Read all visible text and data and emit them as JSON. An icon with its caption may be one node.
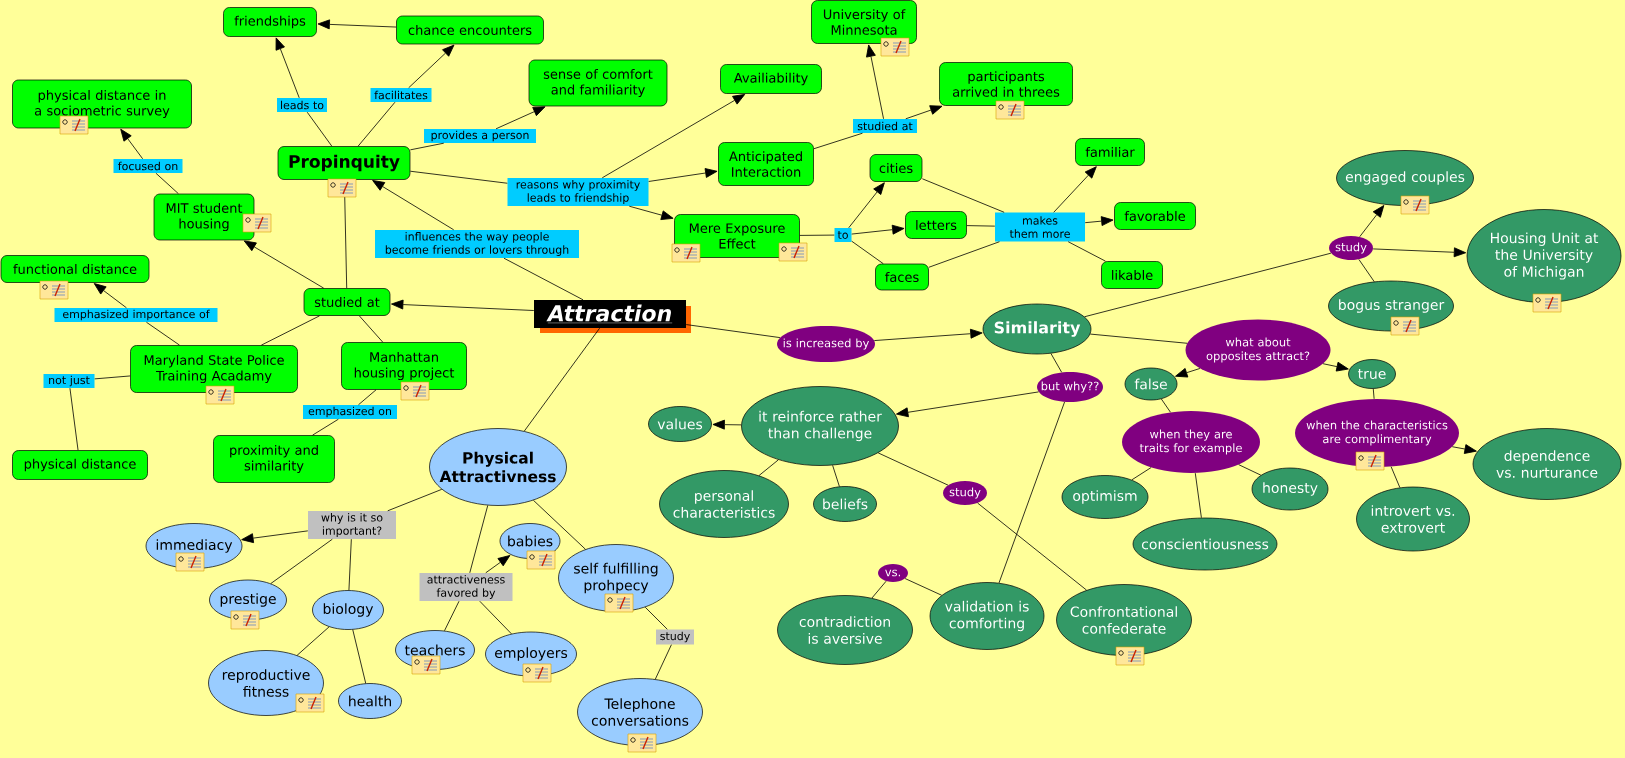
{
  "diagram": {
    "nodes": [
      {
        "text": [
          "friendships"
        ]
      },
      {
        "text": [
          "chance encounters"
        ]
      },
      {
        "text": [
          "leads to"
        ]
      },
      {
        "text": [
          "facilitates"
        ]
      },
      {
        "text": [
          "physical distance in a sociometric survey"
        ]
      },
      {
        "text": [
          "focused on"
        ]
      },
      {
        "text": [
          "Propinquity"
        ]
      },
      {
        "text": [
          "provides a person"
        ]
      },
      {
        "text": [
          "sense of comfort and familiarity"
        ]
      },
      {
        "text": [
          "Availiability"
        ]
      },
      {
        "text": [
          "University of Minnesota"
        ]
      },
      {
        "text": [
          "participants arrived in threes"
        ]
      },
      {
        "text": [
          "MIT student housing"
        ]
      },
      {
        "text": [
          "reasons why proximity leads to friendship"
        ]
      },
      {
        "text": [
          "Anticipated Interaction"
        ]
      },
      {
        "text": [
          "studied at"
        ]
      },
      {
        "text": [
          "cities"
        ]
      },
      {
        "text": [
          "familiar"
        ]
      },
      {
        "text": [
          "influences the way people become friends or lovers through"
        ]
      },
      {
        "text": [
          "functional distance"
        ]
      },
      {
        "text": [
          "Mere Exposure Effect"
        ]
      },
      {
        "text": [
          "letters"
        ]
      },
      {
        "text": [
          "to"
        ]
      },
      {
        "text": [
          "makes them more"
        ]
      },
      {
        "text": [
          "favorable"
        ]
      },
      {
        "text": [
          "faces"
        ]
      },
      {
        "text": [
          "likable"
        ]
      },
      {
        "text": [
          "engaged couples"
        ]
      },
      {
        "text": [
          "study"
        ]
      },
      {
        "text": [
          "Housing Unit at the University of Michigan"
        ]
      },
      {
        "text": [
          "studied at"
        ]
      },
      {
        "text": [
          "Attraction"
        ]
      },
      {
        "text": [
          "emphasized importance of"
        ]
      },
      {
        "text": [
          "bogus stranger"
        ]
      },
      {
        "text": [
          "Similarity"
        ]
      },
      {
        "text": [
          "is increased by"
        ]
      },
      {
        "text": [
          "what about opposites attract?"
        ]
      },
      {
        "text": [
          "Maryland State Police Training Acadamy"
        ]
      },
      {
        "text": [
          "not just"
        ]
      },
      {
        "text": [
          "Manhattan housing project"
        ]
      },
      {
        "text": [
          "true"
        ]
      },
      {
        "text": [
          "false"
        ]
      },
      {
        "text": [
          "but why??"
        ]
      },
      {
        "text": [
          "emphasized on"
        ]
      },
      {
        "text": [
          "values"
        ]
      },
      {
        "text": [
          "it reinforce rather than challenge"
        ]
      },
      {
        "text": [
          "when they are traits for example"
        ]
      },
      {
        "text": [
          "when the characteristics are complimentary"
        ]
      },
      {
        "text": [
          "physical distance"
        ]
      },
      {
        "text": [
          "proximity and similarity"
        ]
      },
      {
        "text": [
          "Physical Attractivness"
        ]
      },
      {
        "text": [
          "dependence vs. nurturance"
        ]
      },
      {
        "text": [
          "why is it so important?"
        ]
      },
      {
        "text": [
          "personal characteristics"
        ]
      },
      {
        "text": [
          "beliefs"
        ]
      },
      {
        "text": [
          "study"
        ]
      },
      {
        "text": [
          "optimism"
        ]
      },
      {
        "text": [
          "honesty"
        ]
      },
      {
        "text": [
          "immediacy"
        ]
      },
      {
        "text": [
          "babies"
        ]
      },
      {
        "text": [
          "conscientiousness"
        ]
      },
      {
        "text": [
          "introvert vs. extrovert"
        ]
      },
      {
        "text": [
          "self fulfilling prohpecy"
        ]
      },
      {
        "text": [
          "attractiveness favored by"
        ]
      },
      {
        "text": [
          "prestige"
        ]
      },
      {
        "text": [
          "biology"
        ]
      },
      {
        "text": [
          "vs."
        ]
      },
      {
        "text": [
          "validation is comforting"
        ]
      },
      {
        "text": [
          "Confrontational confederate"
        ]
      },
      {
        "text": [
          "contradiction is aversive"
        ]
      },
      {
        "text": [
          "study"
        ]
      },
      {
        "text": [
          "teachers"
        ]
      },
      {
        "text": [
          "employers"
        ]
      },
      {
        "text": [
          "reproductive fitness"
        ]
      },
      {
        "text": [
          "health"
        ]
      },
      {
        "text": [
          "Telephone conversations"
        ]
      }
    ],
    "edges": [
      {
        "from": 6,
        "to": 2,
        "arrow": "none"
      },
      {
        "from": 2,
        "to": 0,
        "arrow": "to"
      },
      {
        "from": 6,
        "to": 3,
        "arrow": "none"
      },
      {
        "from": 3,
        "to": 1,
        "arrow": "to"
      },
      {
        "from": 1,
        "to": 0,
        "arrow": "to"
      },
      {
        "from": 6,
        "to": 7,
        "arrow": "none"
      },
      {
        "from": 7,
        "to": 8,
        "arrow": "to"
      },
      {
        "from": 6,
        "to": 13,
        "arrow": "none"
      },
      {
        "from": 13,
        "to": 9,
        "arrow": "to"
      },
      {
        "from": 13,
        "to": 14,
        "arrow": "to"
      },
      {
        "from": 13,
        "to": 20,
        "arrow": "to"
      },
      {
        "from": 14,
        "to": 15,
        "arrow": "none"
      },
      {
        "from": 15,
        "to": 10,
        "arrow": "to"
      },
      {
        "from": 15,
        "to": 11,
        "arrow": "to"
      },
      {
        "from": 20,
        "to": 22,
        "arrow": "none"
      },
      {
        "from": 22,
        "to": 16,
        "arrow": "to"
      },
      {
        "from": 22,
        "to": 21,
        "arrow": "to"
      },
      {
        "from": 22,
        "to": 25,
        "arrow": "none"
      },
      {
        "from": 16,
        "to": 23,
        "arrow": "none"
      },
      {
        "from": 21,
        "to": 23,
        "arrow": "none"
      },
      {
        "from": 25,
        "to": 23,
        "arrow": "none"
      },
      {
        "from": 23,
        "to": 17,
        "arrow": "to"
      },
      {
        "from": 23,
        "to": 24,
        "arrow": "to"
      },
      {
        "from": 23,
        "to": 26,
        "arrow": "none"
      },
      {
        "from": 31,
        "to": 18,
        "arrow": "none"
      },
      {
        "from": 18,
        "to": 6,
        "arrow": "to"
      },
      {
        "from": 31,
        "to": 30,
        "arrow": "to"
      },
      {
        "from": 6,
        "to": 30,
        "arrow": "none"
      },
      {
        "from": 30,
        "to": 12,
        "arrow": "to"
      },
      {
        "from": 30,
        "to": 37,
        "arrow": "none"
      },
      {
        "from": 30,
        "to": 39,
        "arrow": "none"
      },
      {
        "from": 12,
        "to": 5,
        "arrow": "none"
      },
      {
        "from": 5,
        "to": 4,
        "arrow": "to"
      },
      {
        "from": 37,
        "to": 32,
        "arrow": "none"
      },
      {
        "from": 32,
        "to": 19,
        "arrow": "to"
      },
      {
        "from": 37,
        "to": 38,
        "arrow": "none"
      },
      {
        "from": 38,
        "to": 48,
        "arrow": "none"
      },
      {
        "from": 39,
        "to": 43,
        "arrow": "none"
      },
      {
        "from": 43,
        "to": 49,
        "arrow": "none"
      },
      {
        "from": 31,
        "to": 35,
        "arrow": "none"
      },
      {
        "from": 35,
        "to": 34,
        "arrow": "to"
      },
      {
        "from": 31,
        "to": 50,
        "arrow": "none"
      },
      {
        "from": 34,
        "to": 28,
        "arrow": "none"
      },
      {
        "from": 28,
        "to": 27,
        "arrow": "to"
      },
      {
        "from": 28,
        "to": 29,
        "arrow": "to"
      },
      {
        "from": 28,
        "to": 33,
        "arrow": "none"
      },
      {
        "from": 34,
        "to": 36,
        "arrow": "none"
      },
      {
        "from": 36,
        "to": 41,
        "arrow": "to"
      },
      {
        "from": 36,
        "to": 40,
        "arrow": "to"
      },
      {
        "from": 34,
        "to": 42,
        "arrow": "none"
      },
      {
        "from": 42,
        "to": 45,
        "arrow": "to"
      },
      {
        "from": 42,
        "to": 67,
        "arrow": "none"
      },
      {
        "from": 41,
        "to": 46,
        "arrow": "none"
      },
      {
        "from": 46,
        "to": 56,
        "arrow": "none"
      },
      {
        "from": 46,
        "to": 57,
        "arrow": "none"
      },
      {
        "from": 46,
        "to": 60,
        "arrow": "none"
      },
      {
        "from": 40,
        "to": 47,
        "arrow": "none"
      },
      {
        "from": 47,
        "to": 51,
        "arrow": "to"
      },
      {
        "from": 47,
        "to": 61,
        "arrow": "none"
      },
      {
        "from": 45,
        "to": 44,
        "arrow": "to"
      },
      {
        "from": 45,
        "to": 53,
        "arrow": "none"
      },
      {
        "from": 45,
        "to": 54,
        "arrow": "none"
      },
      {
        "from": 45,
        "to": 55,
        "arrow": "none"
      },
      {
        "from": 55,
        "to": 68,
        "arrow": "none"
      },
      {
        "from": 66,
        "to": 69,
        "arrow": "none"
      },
      {
        "from": 66,
        "to": 67,
        "arrow": "none"
      },
      {
        "from": 50,
        "to": 52,
        "arrow": "none"
      },
      {
        "from": 52,
        "to": 58,
        "arrow": "to"
      },
      {
        "from": 52,
        "to": 64,
        "arrow": "none"
      },
      {
        "from": 52,
        "to": 65,
        "arrow": "none"
      },
      {
        "from": 65,
        "to": 73,
        "arrow": "none"
      },
      {
        "from": 65,
        "to": 74,
        "arrow": "none"
      },
      {
        "from": 50,
        "to": 63,
        "arrow": "none"
      },
      {
        "from": 63,
        "to": 59,
        "arrow": "to"
      },
      {
        "from": 63,
        "to": 71,
        "arrow": "none"
      },
      {
        "from": 63,
        "to": 72,
        "arrow": "none"
      },
      {
        "from": 50,
        "to": 62,
        "arrow": "none"
      },
      {
        "from": 62,
        "to": 70,
        "arrow": "none"
      },
      {
        "from": 70,
        "to": 75,
        "arrow": "none"
      }
    ]
  }
}
